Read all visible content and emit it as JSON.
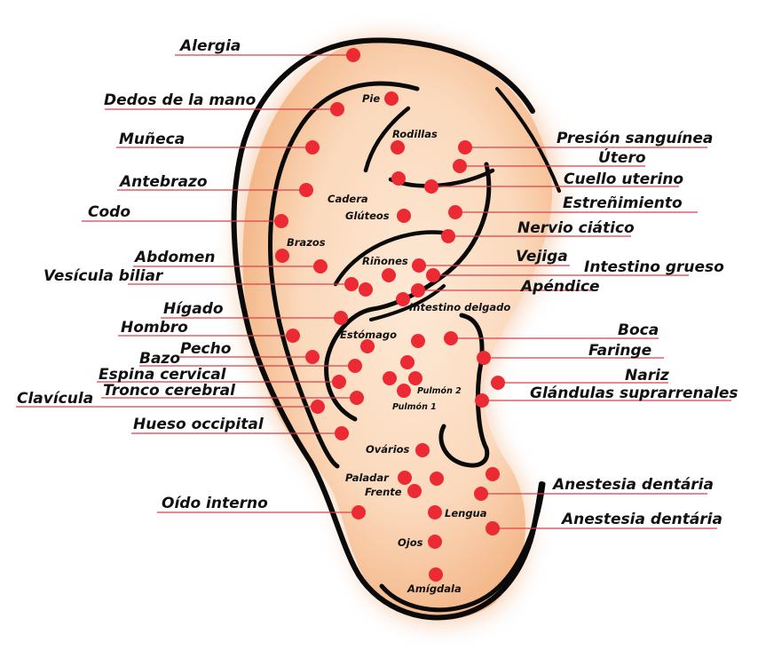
{
  "colors": {
    "point": "#ec2a33",
    "leader": "#d9414a",
    "skin_center": "#fbe2cc",
    "skin_edge": "#f3b88a",
    "outline": "#0a0a0a",
    "text": "#111111"
  },
  "external_labels": [
    "Alergia",
    "Dedos de la mano",
    "Muñeca",
    "Antebrazo",
    "Codo",
    "Abdomen",
    "Vesícula biliar",
    "Hígado",
    "Hombro",
    "Pecho",
    "Bazo",
    "Espina cervical",
    "Tronco cerebral",
    "Clavícula",
    "Hueso occipital",
    "Oído interno",
    "Presión sanguínea",
    "Útero",
    "Cuello uterino",
    "Estreñimiento",
    "Nervio ciático",
    "Vejiga",
    "Intestino grueso",
    "Apéndice",
    "Boca",
    "Faringe",
    "Nariz",
    "Glándulas suprarrenales",
    "Anestesia dentária",
    "Anestesia dentária"
  ],
  "internal_labels": [
    "Pie",
    "Rodillas",
    "Cadera",
    "Glúteos",
    "Brazos",
    "Riñones",
    "Intestino delgado",
    "Estómago",
    "Pulmón 2",
    "Pulmón 1",
    "Ovários",
    "Paladar",
    "Frente",
    "Lengua",
    "Ojos",
    "Amígdala"
  ]
}
